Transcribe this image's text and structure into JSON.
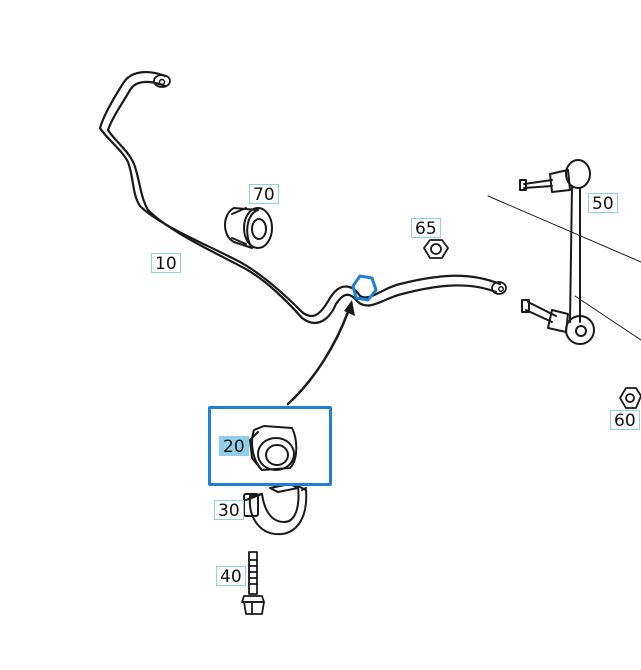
{
  "diagram": {
    "callouts": {
      "c10": "10",
      "c70": "70",
      "c65": "65",
      "c50": "50",
      "c20": "20",
      "c30": "30",
      "c40": "40",
      "c60": "60"
    },
    "colors": {
      "line": "#1a1a1a",
      "callout_border": "#8fd0e8",
      "selected_label_fill": "#8fcfea",
      "selection_frame": "#1f7fd4",
      "highlight_ring": "#1f7fd4"
    },
    "selected_part": "20"
  }
}
